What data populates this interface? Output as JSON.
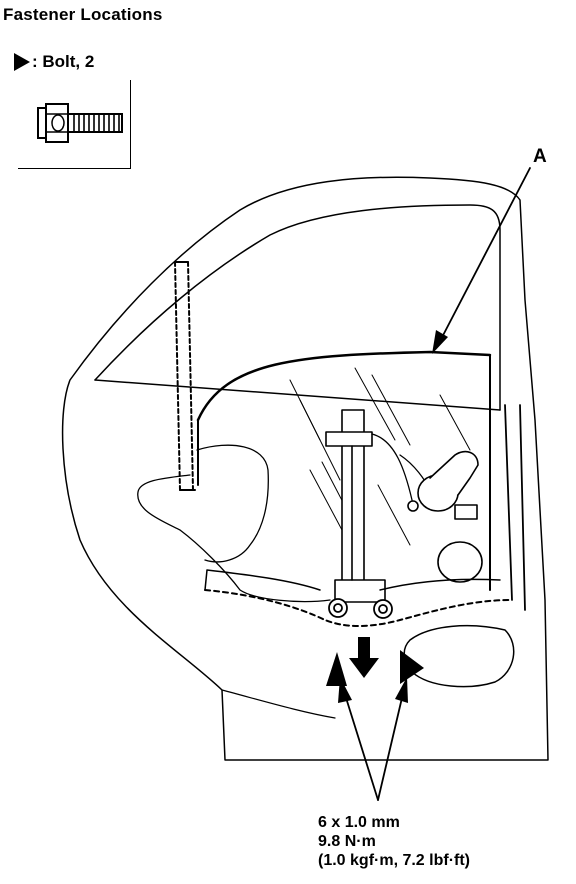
{
  "title": "Fastener Locations",
  "legend": {
    "marker_icon": "triangle-marker-icon",
    "text": ": Bolt, 2"
  },
  "callout_a": "A",
  "torque_spec": {
    "size": "6 x 1.0 mm",
    "torque_nm": "9.8 N·m",
    "torque_alt": "(1.0 kgf·m, 7.2 lbf·ft)"
  }
}
